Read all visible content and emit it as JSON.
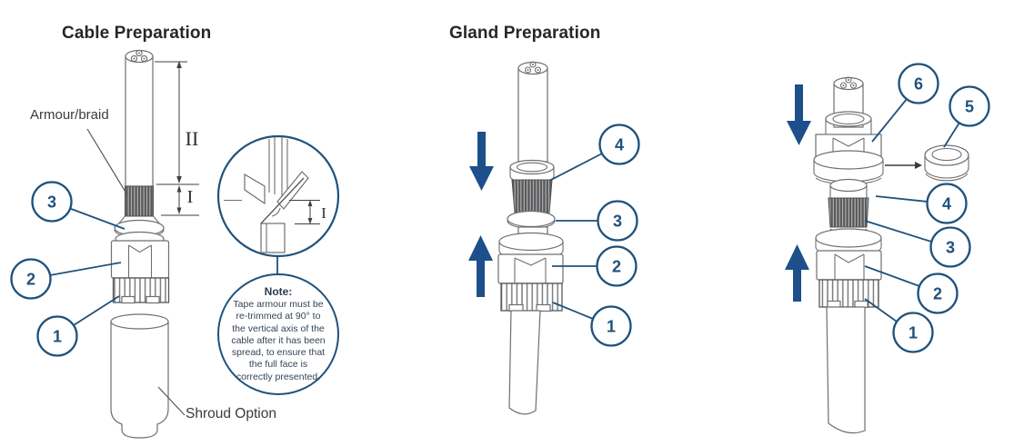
{
  "colors": {
    "accent": "#1f527c",
    "arrow_blue": "#1d4f8a",
    "title_ink": "#272727",
    "drawing_line": "#6e6f72"
  },
  "sections": {
    "cable_preparation": {
      "title": "Cable Preparation",
      "armour_braid_label": "Armour/braid",
      "dim_upper": "II",
      "dim_lower": "I",
      "shroud_label": "Shroud Option",
      "callouts": [
        "3",
        "2",
        "1"
      ],
      "detail": {
        "dim": "I"
      },
      "note": {
        "heading": "Note:",
        "body": "Tape armour must be re-trimmed at 90° to the vertical axis of the cable after it has been spread, to ensure that the full face is correctly presented."
      },
      "icons": [
        "magnifier-detail-circle"
      ]
    },
    "gland_preparation": {
      "title": "Gland Preparation",
      "callouts": [
        "4",
        "3",
        "2",
        "1"
      ],
      "icons": [
        "down-arrow",
        "up-arrow"
      ]
    },
    "assembly_step": {
      "callouts": [
        "6",
        "5",
        "4",
        "3",
        "2",
        "1"
      ],
      "icons": [
        "down-arrow",
        "up-arrow",
        "pointer-arrow"
      ]
    }
  }
}
